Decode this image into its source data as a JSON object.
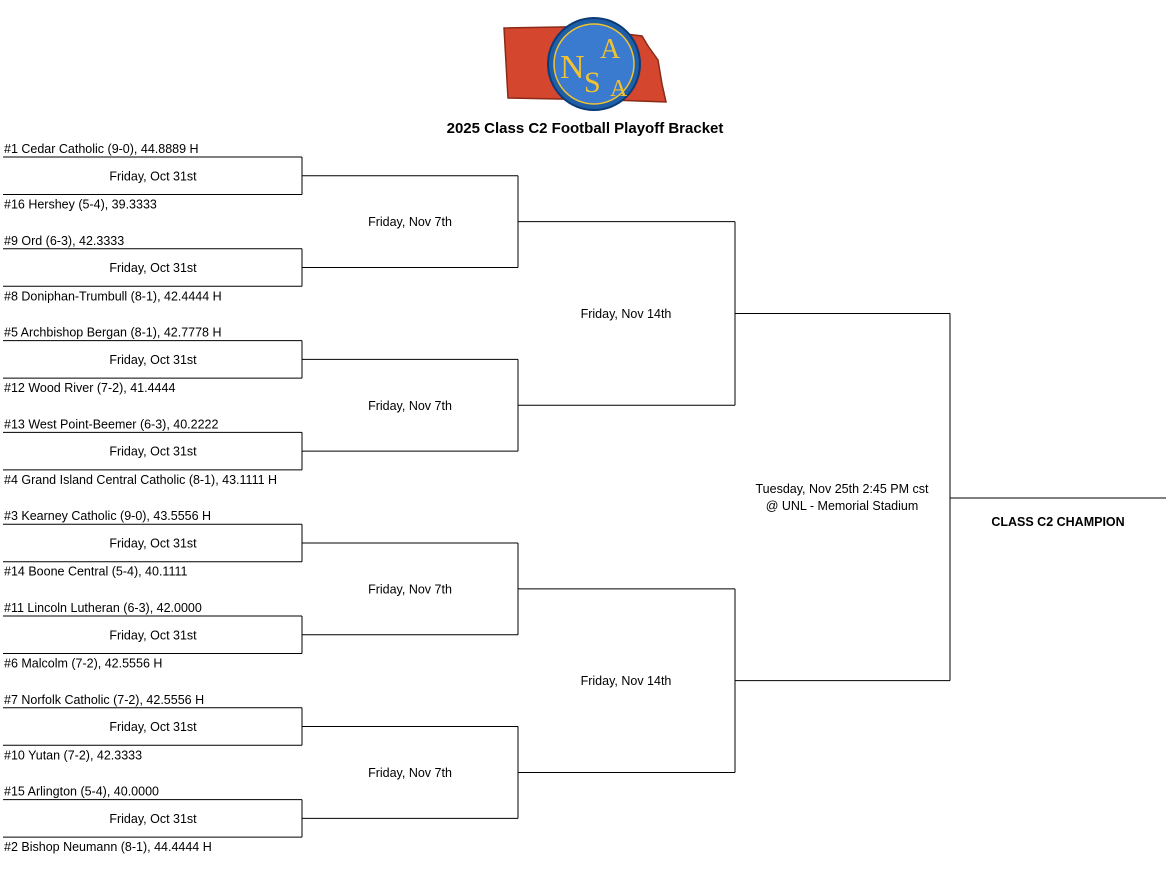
{
  "title": "2025 Class C2 Football Playoff Bracket",
  "logo": {
    "text": "NSAA",
    "colors": {
      "state": "#d4472e",
      "disc": "#1f5fa8",
      "letters": "#f2c230"
    }
  },
  "first_round": {
    "date": "Friday, Oct 31st",
    "teams": [
      "#1 Cedar Catholic (9-0), 44.8889 H",
      "#16 Hershey (5-4), 39.3333",
      "#9 Ord (6-3), 42.3333",
      "#8 Doniphan-Trumbull (8-1), 42.4444 H",
      "#5 Archbishop Bergan (8-1), 42.7778 H",
      "#12 Wood River (7-2), 41.4444",
      "#13 West Point-Beemer (6-3), 40.2222",
      "#4 Grand Island Central Catholic (8-1), 43.1111 H",
      "#3 Kearney Catholic (9-0), 43.5556 H",
      "#14 Boone Central (5-4), 40.1111",
      "#11 Lincoln Lutheran (6-3), 42.0000",
      "#6 Malcolm (7-2), 42.5556 H",
      "#7 Norfolk Catholic (7-2), 42.5556 H",
      "#10 Yutan (7-2), 42.3333",
      "#15 Arlington (5-4), 40.0000",
      "#2 Bishop Neumann (8-1), 44.4444 H"
    ]
  },
  "quarterfinal": {
    "date": "Friday, Nov 7th"
  },
  "semifinal": {
    "date": "Friday, Nov 14th"
  },
  "final": {
    "date": "Tuesday, Nov 25th 2:45 PM cst",
    "venue": "@ UNL - Memorial Stadium"
  },
  "champion_label": "CLASS C2 CHAMPION"
}
